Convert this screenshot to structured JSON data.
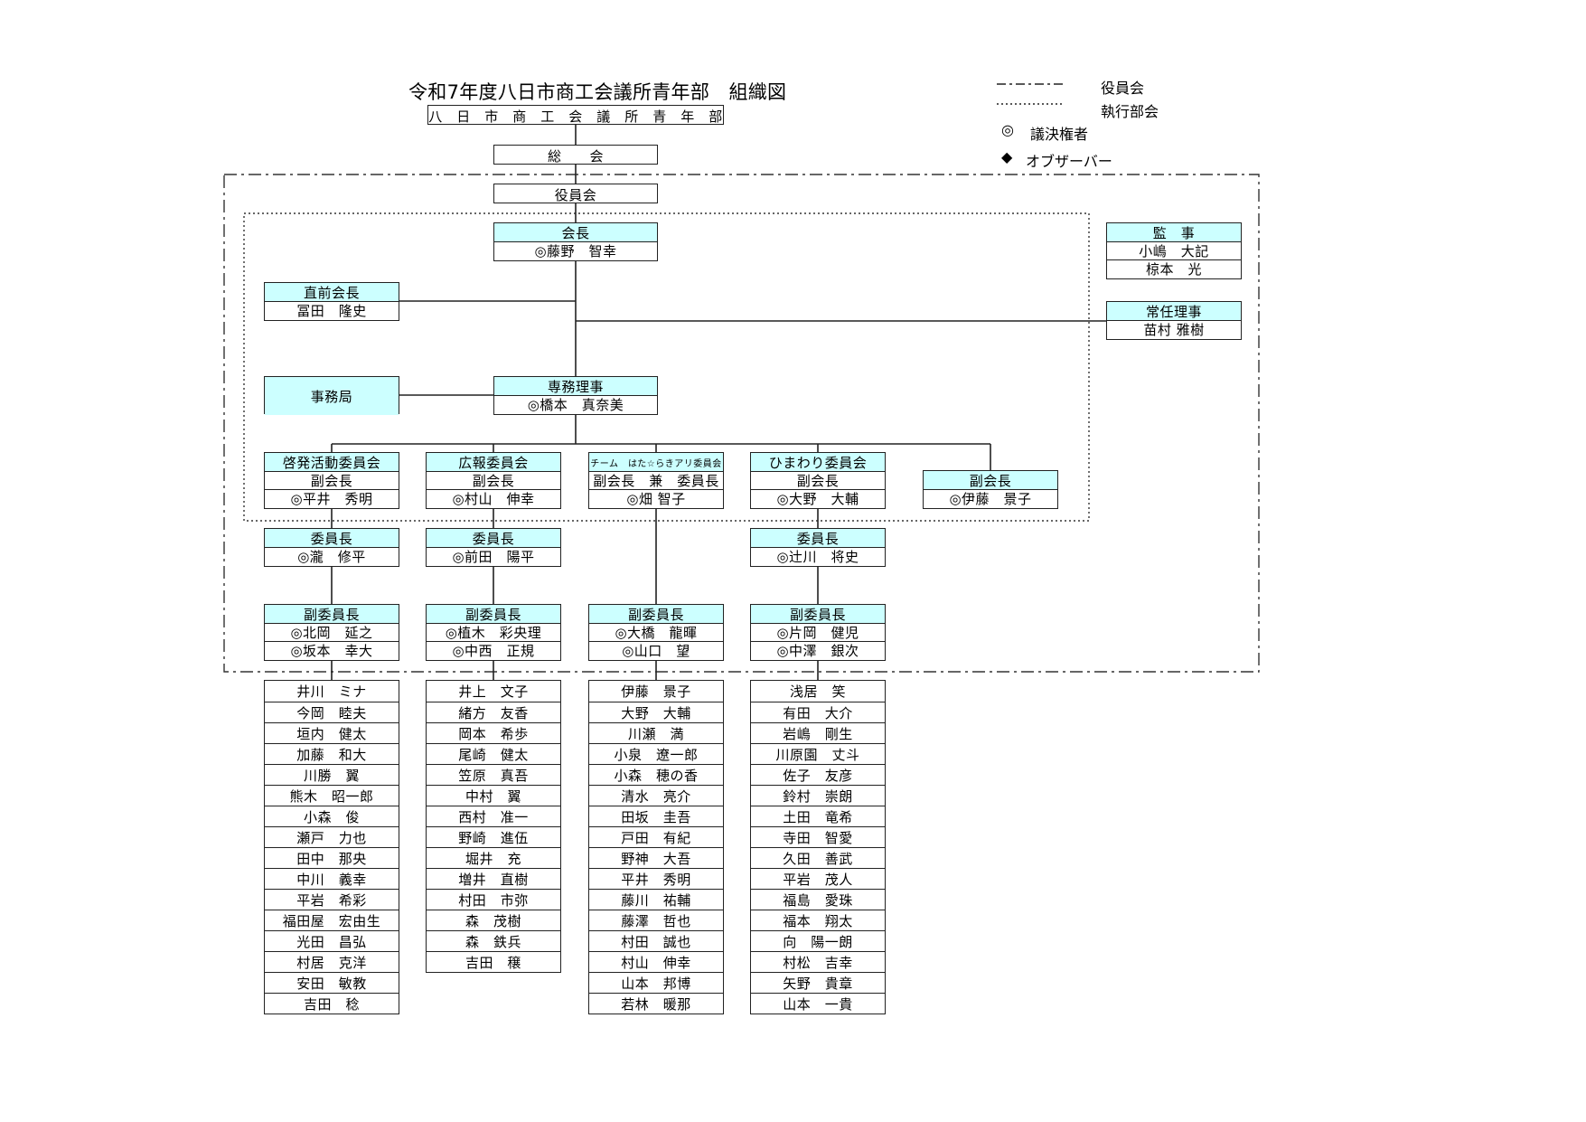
{
  "title": "令和7年度八日市商工会議所青年部　組織図",
  "legend": [
    {
      "kind": "dashdot",
      "label": "役員会"
    },
    {
      "kind": "dotted",
      "label": "執行部会"
    },
    {
      "kind": "symbol",
      "symbol": "◎",
      "label": "議決権者"
    },
    {
      "kind": "symbol",
      "symbol": "◆",
      "label": "オブザーバー"
    }
  ],
  "nodes": {
    "org": {
      "rows": [
        "八　日　市　商　工　会　議　所　青　年　部"
      ]
    },
    "soukai": {
      "rows": [
        "総　　会"
      ]
    },
    "yakuinkai": {
      "rows": [
        "役員会"
      ]
    },
    "kaicho": {
      "header": "会長",
      "rows": [
        "◎藤野　智幸"
      ]
    },
    "kansa": {
      "header": "監　事",
      "rows": [
        "小嶋　大記",
        "椋本　光"
      ]
    },
    "zenkaicho": {
      "header": "直前会長",
      "rows": [
        "冨田　隆史"
      ]
    },
    "jonin": {
      "header": "常任理事",
      "rows": [
        "苗村 雅樹"
      ]
    },
    "jimukyoku": {
      "rows": [
        "事務局"
      ]
    },
    "senmu": {
      "header": "専務理事",
      "rows": [
        "◎橋本　真奈美"
      ]
    },
    "c1": {
      "header": "啓発活動委員会",
      "rows": [
        "副会長",
        "◎平井　秀明"
      ]
    },
    "c2": {
      "header": "広報委員会",
      "rows": [
        "副会長",
        "◎村山　伸幸"
      ]
    },
    "c3": {
      "header": "チーム　はた☆らきアリ委員会",
      "rows": [
        "副会長　兼　委員長",
        "◎畑 智子"
      ]
    },
    "c4": {
      "header": "ひまわり委員会",
      "rows": [
        "副会長",
        "◎大野　大輔"
      ]
    },
    "c5": {
      "rows": [
        "副会長",
        "◎伊藤　景子"
      ]
    },
    "ch1": {
      "header": "委員長",
      "rows": [
        "◎瀧　修平"
      ]
    },
    "ch2": {
      "header": "委員長",
      "rows": [
        "◎前田　陽平"
      ]
    },
    "ch4": {
      "header": "委員長",
      "rows": [
        "◎辻川　将史"
      ]
    },
    "vc1": {
      "header": "副委員長",
      "rows": [
        "◎北岡　延之",
        "◎坂本　幸大"
      ]
    },
    "vc2": {
      "header": "副委員長",
      "rows": [
        "◎植木　彩央理",
        "◎中西　正規"
      ]
    },
    "vc3": {
      "header": "副委員長",
      "rows": [
        "◎大橋　龍暉",
        "◎山口　望"
      ]
    },
    "vc4": {
      "header": "副委員長",
      "rows": [
        "◎片岡　健児",
        "◎中澤　銀次"
      ]
    }
  },
  "members": [
    [
      "井川　ミナ",
      "今岡　睦夫",
      "垣内　健太",
      "加藤　和大",
      "川勝　翼",
      "熊木　昭一郎",
      "小森　俊",
      "瀬戸　力也",
      "田中　那央",
      "中川　義幸",
      "平岩　希彩",
      "福田屋　宏由生",
      "光田　昌弘",
      "村居　克洋",
      "安田　敏教",
      "吉田　稔"
    ],
    [
      "井上　文子",
      "緒方　友香",
      "岡本　希歩",
      "尾崎　健太",
      "笠原　真吾",
      "中村　翼",
      "西村　准一",
      "野崎　進伍",
      "堀井　充",
      "増井　直樹",
      "村田　市弥",
      "森　茂樹",
      "森　鉄兵",
      "吉田　穣"
    ],
    [
      "伊藤　景子",
      "大野　大輔",
      "川瀬　満",
      "小泉　遼一郎",
      "小森　穂の香",
      "清水　亮介",
      "田坂　圭吾",
      "戸田　有紀",
      "野神　大吾",
      "平井　秀明",
      "藤川　祐輔",
      "藤澤　哲也",
      "村田　誠也",
      "村山　伸幸",
      "山本　邦博",
      "若林　暖那"
    ],
    [
      "浅居　笑",
      "有田　大介",
      "岩嶋　剛生",
      "川原園　丈斗",
      "佐子　友彦",
      "鈴村　崇朗",
      "土田　竜希",
      "寺田　智愛",
      "久田　善武",
      "平岩　茂人",
      "福島　愛珠",
      "福本　翔太",
      "向　陽一朗",
      "村松　吉幸",
      "矢野　貴章",
      "山本　一貴"
    ]
  ]
}
